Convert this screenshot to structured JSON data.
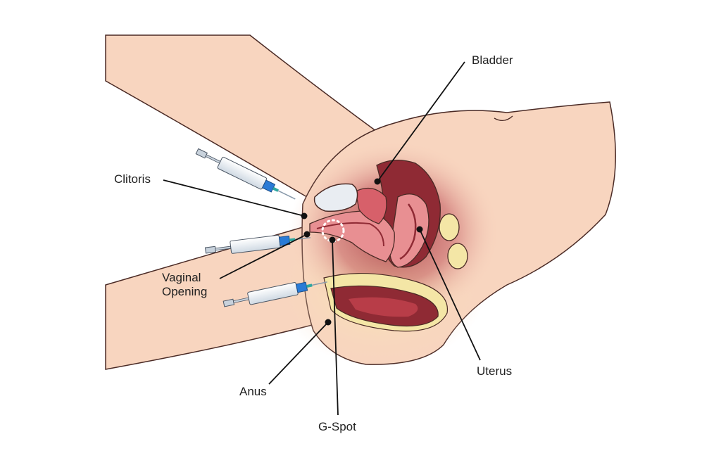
{
  "labels": {
    "bladder": "Bladder",
    "clitoris": "Clitoris",
    "vaginal_opening_line1": "Vaginal",
    "vaginal_opening_line2": "Opening",
    "uterus": "Uterus",
    "anus": "Anus",
    "g_spot": "G-Spot"
  },
  "colors": {
    "skin": "#f8d5bf",
    "outline": "#4a2a25",
    "tissue_dark": "#8f2a34",
    "tissue_mid": "#c2424e",
    "tissue_light": "#e88f92",
    "fat": "#f4e6a6",
    "bladder_fill": "#e9edf2",
    "syringe_barrel": "#eef3f8",
    "syringe_accent": "#2a7bd6",
    "leader_line": "#111111"
  },
  "icons": [
    "syringe-icon",
    "syringe-icon",
    "syringe-icon"
  ]
}
